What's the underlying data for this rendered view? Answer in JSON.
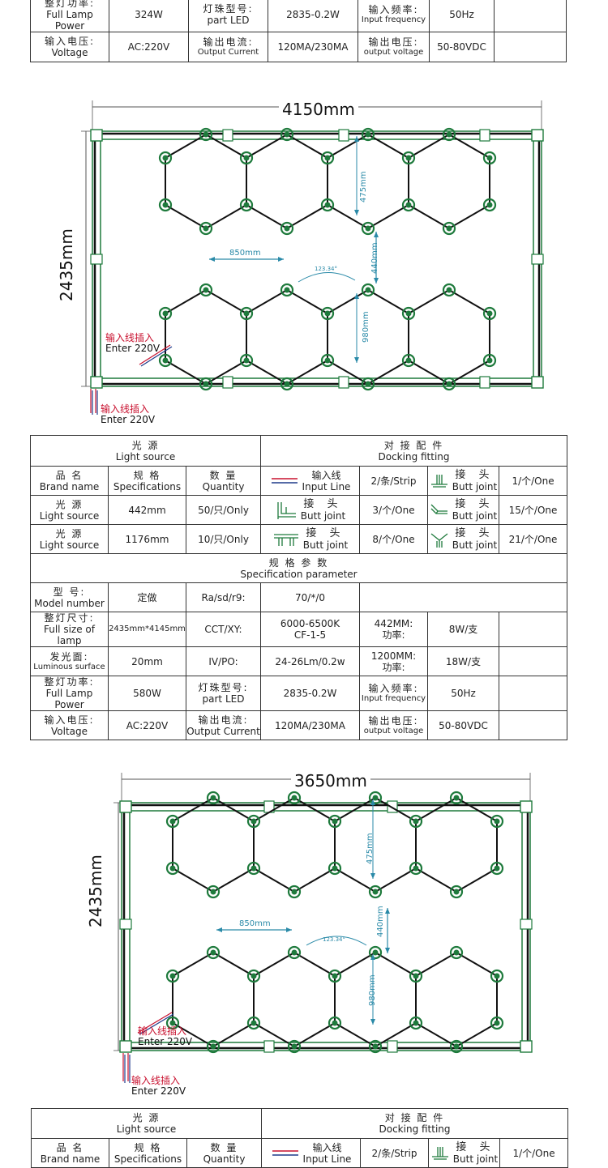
{
  "top_table": {
    "rows": [
      [
        {
          "cn": "整灯功率:",
          "en": "Full Lamp Power"
        },
        {
          "v": "324W"
        },
        {
          "cn": "灯珠型号:",
          "en": "part LED"
        },
        {
          "v": "2835-0.2W"
        },
        {
          "cn": "输入频率:",
          "en": "Input frequency"
        },
        {
          "v": "50Hz"
        },
        {
          "v": ""
        }
      ],
      [
        {
          "cn": "输入电压:",
          "en": "Voltage"
        },
        {
          "v": "AC:220V"
        },
        {
          "cn": "输出电流:",
          "en": "Output Current"
        },
        {
          "v": "120MA/230MA"
        },
        {
          "cn": "输出电压:",
          "en": "output voltage"
        },
        {
          "v": "50-80VDC"
        },
        {
          "v": ""
        }
      ]
    ]
  },
  "diagram1": {
    "width_label": "4150mm",
    "height_label": "2435mm",
    "label_475": "475mm",
    "label_850": "850mm",
    "label_440": "440mm",
    "label_980": "980mm",
    "angle_label": "123.34°",
    "input_note_cn": "输入线插入",
    "input_note_en": "Enter 220V"
  },
  "spec_table": {
    "light_source_title_cn": "光 源",
    "light_source_title_en": "Light source",
    "docking_title_cn": "对 接 配 件",
    "docking_title_en": "Docking fitting",
    "brand_cn": "品 名",
    "brand_en": "Brand name",
    "spec_cn": "规 格",
    "spec_en": "Specifications",
    "qty_cn": "数 量",
    "qty_en": "Quantity",
    "input_line_cn": "输入线",
    "input_line_en": "Input Line",
    "input_line_qty": "2/条/Strip",
    "butt_cn": "接 头",
    "butt_en": "Butt joint",
    "butt_t_qty": "1/个/One",
    "ls1_cn": "光 源",
    "ls1_en": "Light source",
    "ls1_spec": "442mm",
    "ls1_qty": "50/只/Only",
    "butt_l_qty": "3/个/One",
    "butt_v_qty": "15/个/One",
    "ls2_cn": "光 源",
    "ls2_en": "Light source",
    "ls2_spec": "1176mm",
    "ls2_qty": "10/只/Only",
    "butt_tt_qty": "8/个/One",
    "butt_y_qty": "21/个/One",
    "param_title_cn": "规 格 参 数",
    "param_title_en": "Specification parameter",
    "model_cn": "型 号:",
    "model_en": "Model number",
    "model_v": "定做",
    "ra_label": "Ra/sd/r9:",
    "ra_v": "70/*/0",
    "size_cn": "整灯尺寸:",
    "size_en": "Full size of lamp",
    "size_v": "2435mm*4145mm",
    "cct_label": "CCT/XY:",
    "cct_v1": "6000-6500K",
    "cct_v2": "CF-1-5",
    "p442_l1": "442MM:",
    "p442_l2": "功率:",
    "p442_v": "8W/支",
    "lum_cn": "发光面:",
    "lum_en": "Luminous surface",
    "lum_v": "20mm",
    "ivpo_label": "IV/PO:",
    "ivpo_v": "24-26Lm/0.2w",
    "p1200_l1": "1200MM:",
    "p1200_l2": "功率:",
    "p1200_v": "18W/支",
    "power_cn": "整灯功率:",
    "power_en": "Full Lamp Power",
    "power_v": "580W",
    "led_cn": "灯珠型号:",
    "led_en": "part LED",
    "led_v": "2835-0.2W",
    "freq_cn": "输入频率:",
    "freq_en": "Input frequency",
    "freq_v": "50Hz",
    "volt_cn": "输入电压:",
    "volt_en": "Voltage",
    "volt_v": "AC:220V",
    "cur_cn": "输出电流:",
    "cur_en": "Output Current",
    "cur_v": "120MA/230MA",
    "ovolt_cn": "输出电压:",
    "ovolt_en": "output voltage",
    "ovolt_v": "50-80VDC"
  },
  "diagram2": {
    "width_label": "3650mm",
    "height_label": "2435mm",
    "label_475": "475mm",
    "label_850": "850mm",
    "label_440": "440mm",
    "label_980": "980mm",
    "angle_label": "123.34°",
    "input_note_cn": "输入线插入",
    "input_note_en": "Enter 220V"
  },
  "bottom_table": {
    "light_source_title_cn": "光 源",
    "light_source_title_en": "Light source",
    "docking_title_cn": "对 接 配 件",
    "docking_title_en": "Docking fitting",
    "brand_cn": "品 名",
    "brand_en": "Brand name",
    "spec_cn": "规 格",
    "spec_en": "Specifications",
    "qty_cn": "数 量",
    "qty_en": "Quantity",
    "input_line_cn": "输入线",
    "input_line_en": "Input Line",
    "input_line_qty": "2/条/Strip",
    "butt_cn": "接 头",
    "butt_en": "Butt joint",
    "butt_t_qty": "1/个/One"
  },
  "colors": {
    "green": "#1e7a3c",
    "red": "#c8102e",
    "dim": "#2a8aa8",
    "frame": "#111111"
  }
}
